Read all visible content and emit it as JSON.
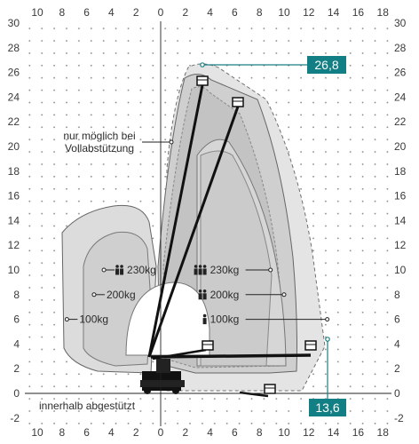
{
  "chart_data": {
    "type": "diagram",
    "x_ticks_top": [
      "10",
      "8",
      "6",
      "4",
      "2",
      "0",
      "2",
      "4",
      "6",
      "8",
      "10",
      "12",
      "14",
      "16",
      "18"
    ],
    "x_ticks_bottom": [
      "10",
      "8",
      "6",
      "4",
      "2",
      "0",
      "2",
      "4",
      "6",
      "8",
      "10",
      "12",
      "14",
      "16",
      "18"
    ],
    "y_ticks": [
      "30",
      "28",
      "26",
      "24",
      "22",
      "20",
      "18",
      "16",
      "14",
      "12",
      "10",
      "8",
      "6",
      "4",
      "2",
      "0",
      "-2"
    ],
    "max_height_label": "26,8",
    "max_outreach_label": "13,6",
    "note_full_outrigger_line1": "nur möglich bei",
    "note_full_outrigger_line2": "Vollabstützung",
    "note_inside_outrigger": "innerhalb abgestützt",
    "loads_right": [
      {
        "label": "230kg",
        "x": 4,
        "y": 10
      },
      {
        "label": "200kg",
        "x": 4,
        "y": 8
      },
      {
        "label": "100kg",
        "x": 4,
        "y": 6
      }
    ],
    "loads_left": [
      {
        "label": "230kg",
        "x": -4.6,
        "y": 10
      },
      {
        "label": "200kg",
        "x": -5.4,
        "y": 8
      },
      {
        "label": "100kg",
        "x": -7.6,
        "y": 6
      }
    ]
  }
}
